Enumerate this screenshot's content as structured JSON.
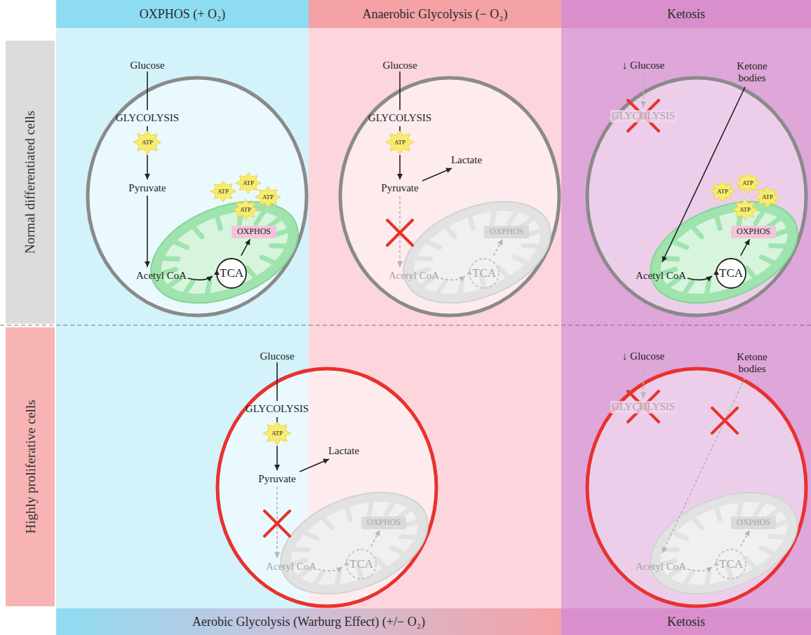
{
  "diagram": {
    "nodes": [
      {
        "text": [
          "OXPHOS (+ O₂)"
        ]
      },
      {
        "text": [
          "Anaerobic Glycolysis (− O₂)"
        ]
      },
      {
        "text": [
          "Ketosis"
        ]
      },
      {
        "text": [
          "Normal differentiated cells"
        ]
      },
      {
        "text": [
          "Glucose",
          "GLYCOLYSIS",
          "Pyruvate"
        ]
      },
      {
        "text": [
          "ATP"
        ],
        "in": 4
      },
      {
        "text": [
          "Acetyl CoA"
        ],
        "in": 4
      },
      {
        "text": [
          "OXPHOS"
        ],
        "in": 6
      },
      {
        "text": [
          "TCA"
        ],
        "in": 6
      },
      {
        "text": [
          "ATP"
        ],
        "in": 6
      },
      {
        "text": [
          "ATP"
        ],
        "in": 6
      },
      {
        "text": [
          "ATP"
        ],
        "in": 6
      },
      {
        "text": [
          "ATP"
        ],
        "in": 6
      },
      {
        "text": [
          "Glucose",
          "GLYCOLYSIS",
          "Pyruvate",
          "Lactate"
        ]
      },
      {
        "text": [
          "ATP"
        ],
        "in": 13
      },
      {
        "text": [
          "Acetyl CoA"
        ],
        "in": 13
      },
      {
        "text": [
          "OXPHOS"
        ],
        "in": 15
      },
      {
        "text": [
          "TCA"
        ],
        "in": 15
      },
      {
        "text": [
          "↓ Glucose",
          "GLYCOLYSIS",
          "Ketone bodies"
        ]
      },
      {
        "text": [
          "Acetyl CoA"
        ],
        "in": 18
      },
      {
        "text": [
          "OXPHOS"
        ],
        "in": 19
      },
      {
        "text": [
          "TCA"
        ],
        "in": 19
      },
      {
        "text": [
          "ATP"
        ],
        "in": 19
      },
      {
        "text": [
          "ATP"
        ],
        "in": 19
      },
      {
        "text": [
          "ATP"
        ],
        "in": 19
      },
      {
        "text": [
          "ATP"
        ],
        "in": 19
      },
      {
        "text": [
          "Highly proliferative cells"
        ]
      },
      {
        "text": [
          "Glucose",
          "GLYCOLYSIS",
          "Pyruvate",
          "Lactate"
        ]
      },
      {
        "text": [
          "ATP"
        ],
        "in": 27
      },
      {
        "text": [
          "Acetyl CoA"
        ],
        "in": 27
      },
      {
        "text": [
          "OXPHOS"
        ],
        "in": 29
      },
      {
        "text": [
          "TCA"
        ],
        "in": 29
      },
      {
        "text": [
          "↓ Glucose",
          "GLYCOLYSIS",
          "Ketone bodies"
        ]
      },
      {
        "text": [
          "Acetyl CoA"
        ],
        "in": 32
      },
      {
        "text": [
          "OXPHOS"
        ],
        "in": 33
      },
      {
        "text": [
          "TCA"
        ],
        "in": 33
      },
      {
        "text": [
          "Aerobic Glycolysis (Warburg Effect) (+/− O₂)"
        ]
      },
      {
        "text": [
          "Ketosis"
        ]
      }
    ],
    "edges": [
      {
        "from": 8,
        "to": 7,
        "arrow": "to"
      },
      {
        "from": 17,
        "to": 16,
        "arrow": "to"
      },
      {
        "from": 21,
        "to": 20,
        "arrow": "to"
      },
      {
        "from": 31,
        "to": 30,
        "arrow": "to"
      },
      {
        "from": 35,
        "to": 34,
        "arrow": "to"
      }
    ]
  }
}
